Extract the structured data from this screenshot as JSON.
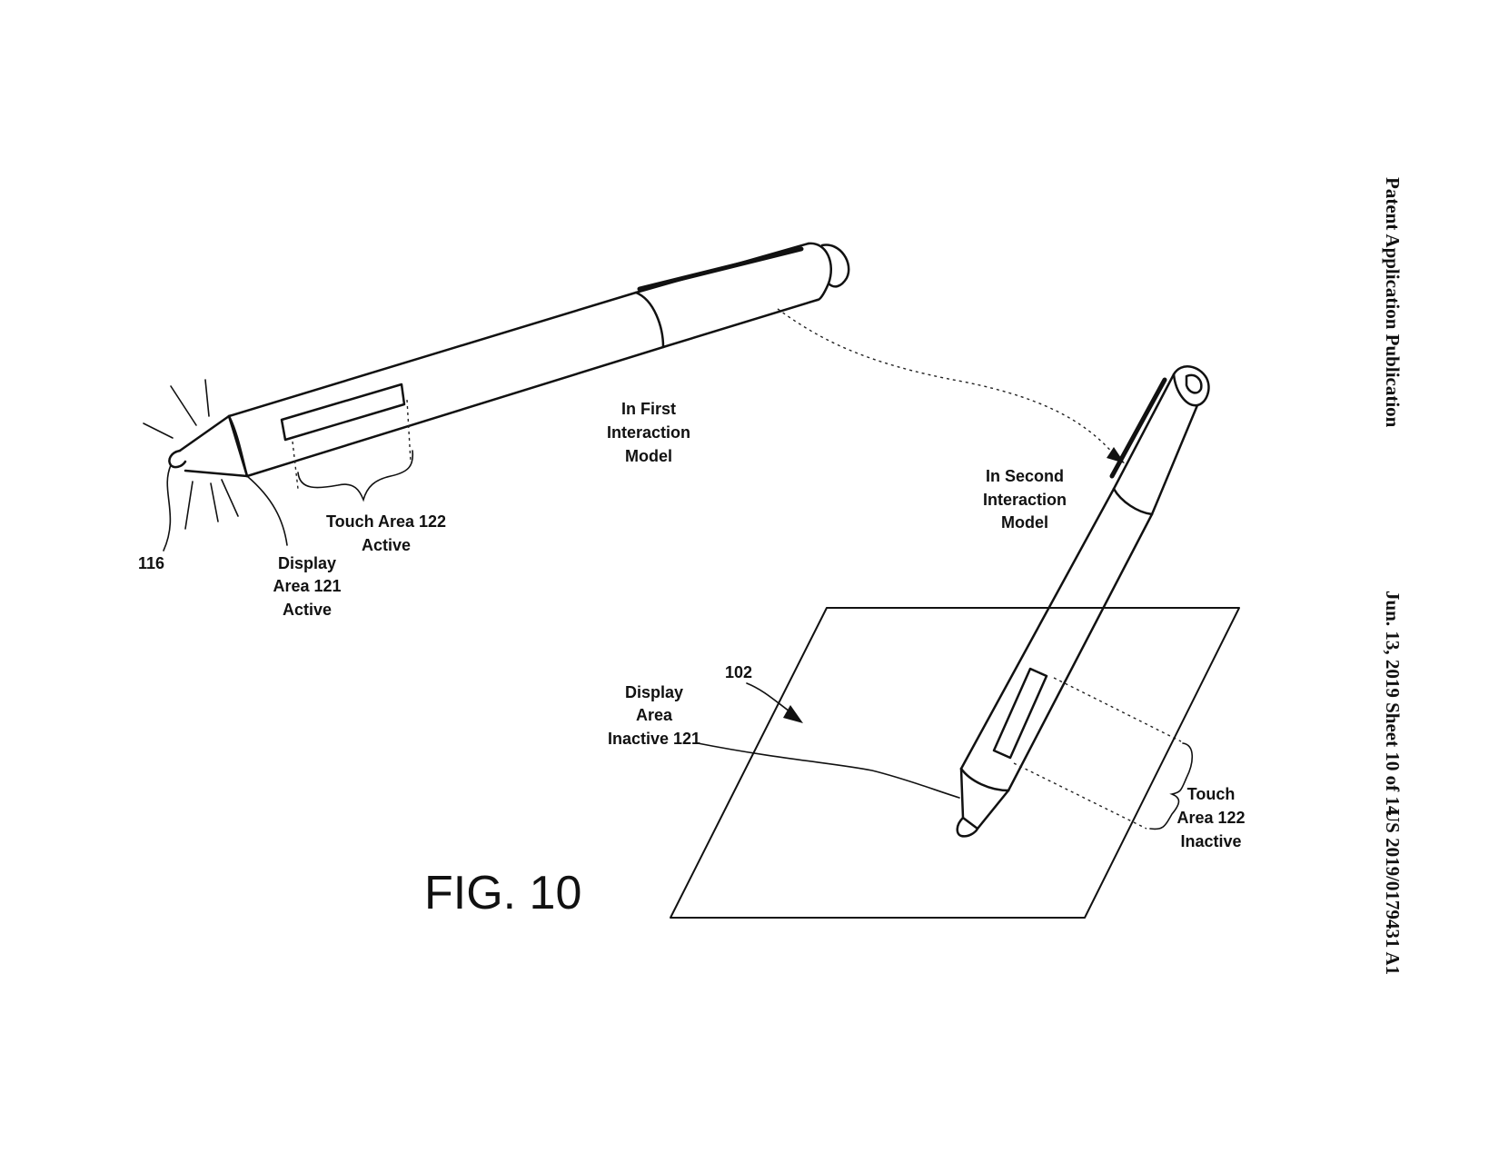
{
  "header": {
    "publication": "Patent Application Publication",
    "date_sheet": "Jun. 13, 2019  Sheet 10 of 14",
    "number": "US 2019/0179431 A1"
  },
  "figure": {
    "title": "FIG. 10"
  },
  "labels": {
    "ref_116": "116",
    "display_active": [
      "Display",
      "Area 121",
      "Active"
    ],
    "touch_active": [
      "Touch Area 122",
      "Active"
    ],
    "first_model": [
      "In First",
      "Interaction",
      "Model"
    ],
    "second_model": [
      "In Second",
      "Interaction",
      "Model"
    ],
    "ref_102": "102",
    "display_inactive": [
      "Display",
      "Area",
      "Inactive 121"
    ],
    "touch_inactive": [
      "Touch",
      "Area 122",
      "Inactive"
    ]
  }
}
